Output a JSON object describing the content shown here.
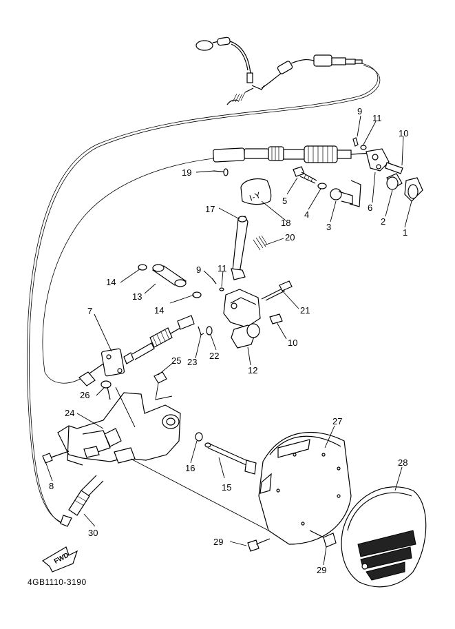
{
  "diagram_code": "4GB1110-3190",
  "direction_label": "FWD",
  "callouts": [
    {
      "id": "c1",
      "text": "1"
    },
    {
      "id": "c2",
      "text": "2"
    },
    {
      "id": "c3",
      "text": "3"
    },
    {
      "id": "c4",
      "text": "4"
    },
    {
      "id": "c5",
      "text": "5"
    },
    {
      "id": "c6",
      "text": "6"
    },
    {
      "id": "c7",
      "text": "7"
    },
    {
      "id": "c8",
      "text": "8"
    },
    {
      "id": "c9a",
      "text": "9"
    },
    {
      "id": "c9b",
      "text": "9"
    },
    {
      "id": "c10a",
      "text": "10"
    },
    {
      "id": "c10b",
      "text": "10"
    },
    {
      "id": "c11a",
      "text": "11"
    },
    {
      "id": "c11b",
      "text": "11"
    },
    {
      "id": "c12",
      "text": "12"
    },
    {
      "id": "c13",
      "text": "13"
    },
    {
      "id": "c14a",
      "text": "14"
    },
    {
      "id": "c14b",
      "text": "14"
    },
    {
      "id": "c15",
      "text": "15"
    },
    {
      "id": "c16",
      "text": "16"
    },
    {
      "id": "c17",
      "text": "17"
    },
    {
      "id": "c18",
      "text": "18"
    },
    {
      "id": "c19",
      "text": "19"
    },
    {
      "id": "c20",
      "text": "20"
    },
    {
      "id": "c21",
      "text": "21"
    },
    {
      "id": "c22",
      "text": "22"
    },
    {
      "id": "c23",
      "text": "23"
    },
    {
      "id": "c24",
      "text": "24"
    },
    {
      "id": "c25",
      "text": "25"
    },
    {
      "id": "c26",
      "text": "26"
    },
    {
      "id": "c27",
      "text": "27"
    },
    {
      "id": "c28",
      "text": "28"
    },
    {
      "id": "c29a",
      "text": "29"
    },
    {
      "id": "c29b",
      "text": "29"
    },
    {
      "id": "c30",
      "text": "30"
    }
  ]
}
